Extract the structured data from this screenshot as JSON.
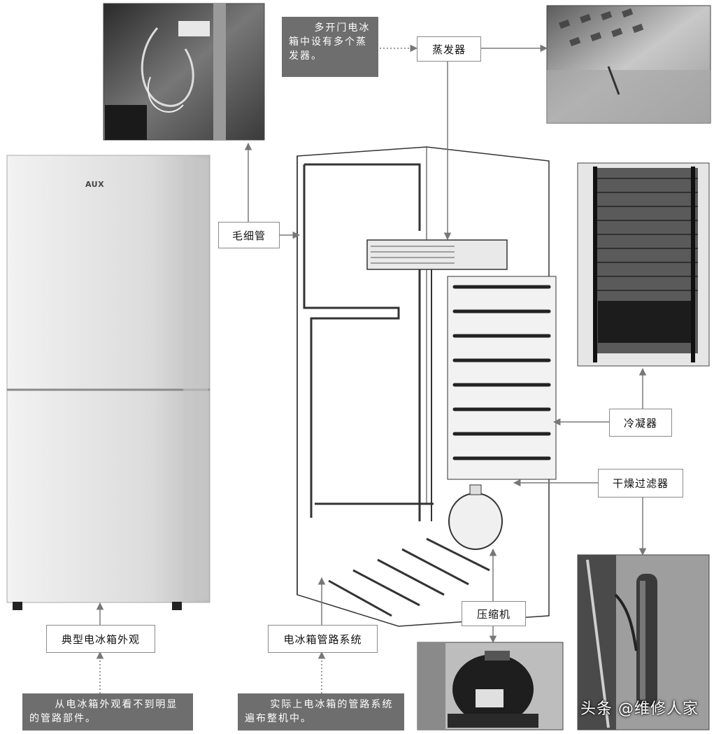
{
  "labels": {
    "evaporator": "蒸发器",
    "capillary": "毛细管",
    "condenser": "冷凝器",
    "dryer_filter": "干燥过滤器",
    "compressor": "压缩机",
    "fridge_appearance": "典型电冰箱外观",
    "fridge_piping": "电冰箱管路系统"
  },
  "notes": {
    "multi_door": "多开门电冰箱中设有多个蒸发器。",
    "outside": "从电冰箱外观看不到明显的管路部件。",
    "inside": "实际上电冰箱的管路系统遍布整机中。"
  },
  "fridge_brand": "AUX",
  "watermark": "头条 @维修人家"
}
